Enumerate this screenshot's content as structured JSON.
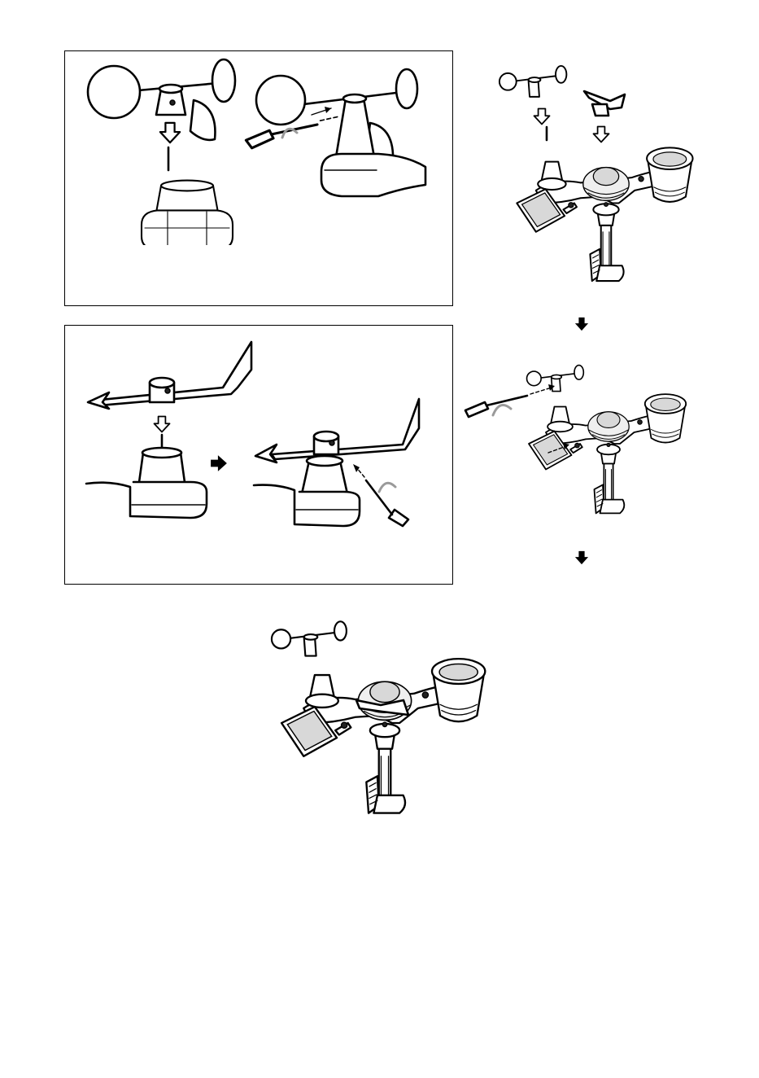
{
  "page": {
    "type": "assembly-instructions"
  },
  "figures": [
    {
      "id": "anemometer-cups-mounting",
      "icon": "anemometer-cups-icon"
    },
    {
      "id": "anemometer-screw-tightening",
      "icon": "screwdriver-icon"
    },
    {
      "id": "wind-vane-mounting",
      "icon": "wind-vane-icon"
    },
    {
      "id": "wind-vane-screw-tightening",
      "icon": "screwdriver-icon"
    },
    {
      "id": "sensor-array-attach-parts",
      "icon": "weather-station-icon"
    },
    {
      "id": "sensor-array-screw-fixing",
      "icon": "weather-station-icon"
    },
    {
      "id": "sensor-array-assembled",
      "icon": "weather-station-icon"
    }
  ],
  "arrows": [
    "down-arrow-icon",
    "right-arrow-icon"
  ],
  "colors": {
    "line": "#000000",
    "background": "#ffffff",
    "screw_arrow": "#9a9a9a"
  }
}
